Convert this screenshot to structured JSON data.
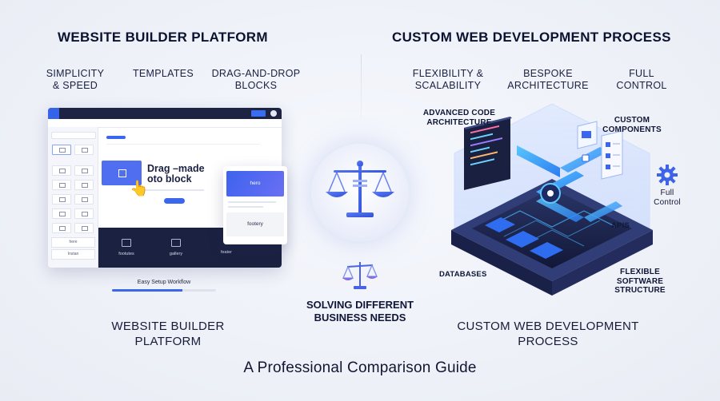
{
  "left": {
    "title": "WEBSITE BUILDER PLATFORM",
    "features": [
      {
        "line1": "SIMPLICITY",
        "line2": "& SPEED"
      },
      {
        "line1": "TEMPLATES",
        "line2": ""
      },
      {
        "line1": "DRAG-AND-DROP",
        "line2": "BLOCKS"
      }
    ],
    "mockup": {
      "drag_line1": "Drag –made",
      "drag_line2": "oto block",
      "float_hero": "hero",
      "float_footer": "footery",
      "sidebar_items": [
        "here",
        "Instan"
      ],
      "dark_items": [
        "footutes",
        "gallery",
        "feater"
      ]
    },
    "setup_label": "Easy Setup Workflow",
    "setup_progress": 0.68,
    "subtitle_line1": "WEBSITE BUILDER",
    "subtitle_line2": "PLATFORM"
  },
  "right": {
    "title": "CUSTOM WEB DEVELOPMENT PROCESS",
    "features": [
      {
        "line1": "FLEXIBILITY &",
        "line2": "SCALABILITY"
      },
      {
        "line1": "BESPOKE",
        "line2": "ARCHITECTURE"
      },
      {
        "line1": "FULL",
        "line2": "CONTROL"
      }
    ],
    "labels": {
      "code_arch_1": "ADVANCED CODE",
      "code_arch_2": "ARCHITECTURE",
      "custom_comp_1": "CUSTOM",
      "custom_comp_2": "COMPONENTS",
      "full_control_1": "Full",
      "full_control_2": "Control",
      "apis": "APIS",
      "databases": "DATABASES",
      "flex_1": "FLEXIBLE",
      "flex_2": "SOFTWARE",
      "flex_3": "STRUCTURE"
    },
    "subtitle_line1": "CUSTOM WEB DEVELOPMENT",
    "subtitle_line2": "PROCESS"
  },
  "center": {
    "line1": "SOLVING DIFFERENT",
    "line2": "BUSINESS NEEDS"
  },
  "footer": "A Professional Comparison Guide",
  "colors": {
    "accent": "#3a67ee",
    "dark": "#1b2141",
    "cyan": "#3fb8ff"
  }
}
